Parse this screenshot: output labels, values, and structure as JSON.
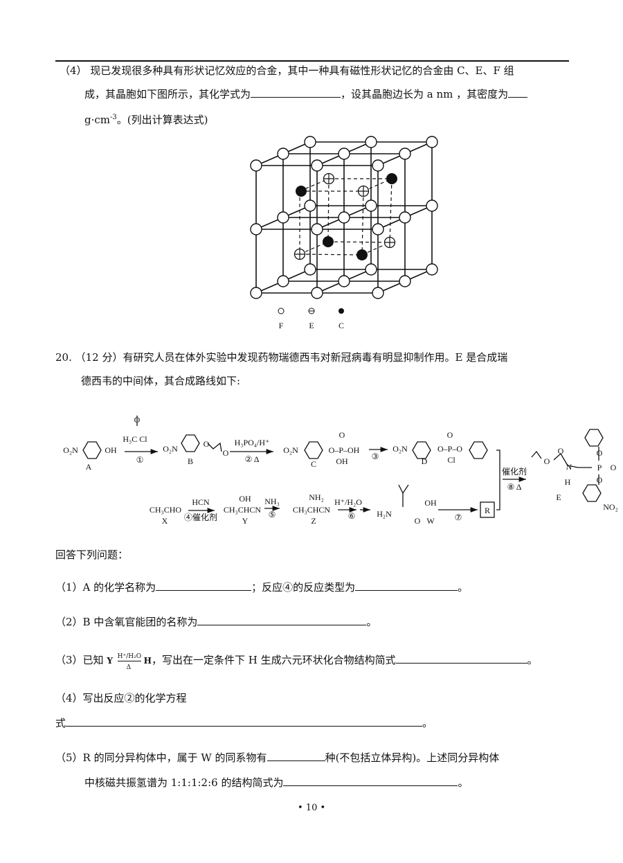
{
  "q19_4": {
    "line1": "（4） 现已发现很多种具有形状记忆效应的合金，其中一种具有磁性形状记忆的合金由 C、E、F 组",
    "line2a": "成，其晶胞如下图所示，其化学式为",
    "line2b": "，设其晶胞边长为 a nm ，其密度为",
    "line3a": "g·cm",
    "line3sup": "-3",
    "line3b": "。(列出计算表达式)",
    "legend": [
      {
        "symbol": "open-circle",
        "label": "F"
      },
      {
        "symbol": "plus-circle",
        "label": "E"
      },
      {
        "symbol": "filled-circle",
        "label": "C"
      }
    ]
  },
  "q20": {
    "line1": "20.   （12 分）有研究人员在体外实验中发现药物瑞德西韦对新冠病毒有明显抑制作用。E 是合成瑞",
    "line2": "德西韦的中间体，其合成路线如下:",
    "scheme": {
      "A_sub": "O₂N",
      "A_oh": "OH",
      "A": "A",
      "r1_reagent_top": "O",
      "r1_reagent": "H₃C   Cl",
      "r1": "①",
      "B_sub": "O₂N",
      "B_o": "O",
      "B_o2": "O",
      "B": "B",
      "r2_reagent": "H₃PO₄/H⁺",
      "r2": "② Δ",
      "C_sub": "O₂N",
      "C_grp": "O–P–OH",
      "C_o": "O",
      "C_oh": "OH",
      "C": "C",
      "r3": "③",
      "D_sub": "O₂N",
      "D_grp": "O–P–O",
      "D_o": "O",
      "D_cl": "Cl",
      "D": "D",
      "X_formula": "CH₃CHO",
      "X": "X",
      "r4_reagent": "HCN",
      "r4": "④催化剂",
      "Y_oh": "OH",
      "Y_formula": "CH₃CHCN",
      "Y": "Y",
      "r5_reagent": "NH₃",
      "r5": "⑤",
      "Z_nh2": "NH₂",
      "Z_formula": "CH₃CHCN",
      "Z": "Z",
      "r6_reagent": "H⁺/H₂O",
      "r6": "⑥",
      "W_h2n": "H₂N",
      "W_oh": "OH",
      "W_o": "O",
      "W": "W",
      "r7": "⑦",
      "R": "R",
      "r8_reagent": "催化剂",
      "r8": "⑧ Δ",
      "E_o1": "O",
      "E_o2": "O",
      "E_n": "N",
      "E_h": "H",
      "E_p": "P",
      "E_o3": "O",
      "E_o4": "O",
      "E_o5": "O",
      "E_no2": "NO₂",
      "E": "E"
    }
  },
  "answers_header": "回答下列问题：",
  "q1": {
    "a": "（1）A 的化学名称为",
    "b": "；反应④的反应类型为",
    "c": "。"
  },
  "q2": {
    "a": "（2）B 中含氧官能团的名称为",
    "c": "。"
  },
  "q3": {
    "a": "（3）已知 ",
    "y": "Y",
    "cond_top": "H⁺/H₂O",
    "cond_bot": "Δ",
    "h": "H",
    "b": "，写出在一定条件下 H 生成六元环状化合物结构简式",
    "c": "。"
  },
  "q4": {
    "a": "（4）写出反应②的化学方程",
    "b": "式",
    "c": "。"
  },
  "q5": {
    "a": "（5）R 的同分异构体中，属于 W 的同系物有",
    "b": "种(不包括立体异构)。上述同分异构体",
    "c": "中核磁共振氢谱为 1:1:1:2:6 的结构简式为",
    "d": "。"
  },
  "page_number": "• 10 •"
}
